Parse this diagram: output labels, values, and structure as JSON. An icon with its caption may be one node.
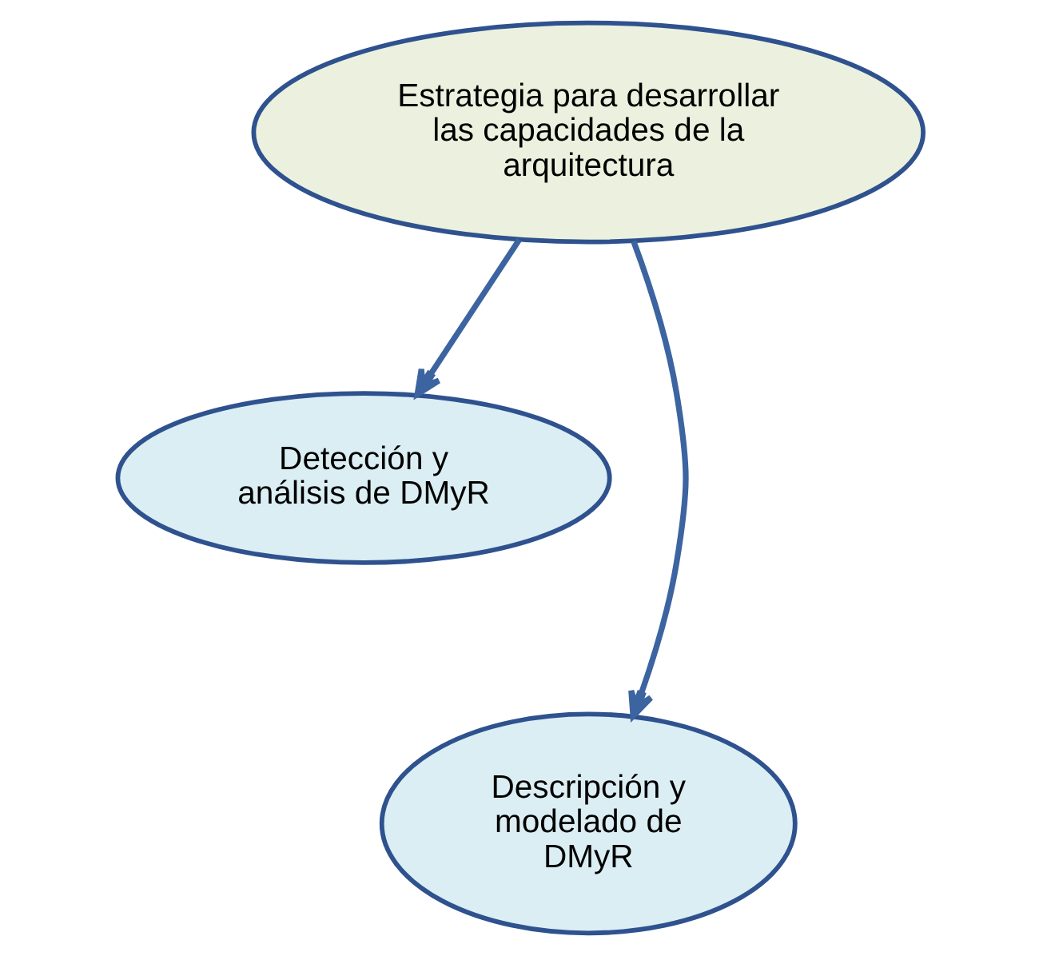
{
  "diagram": {
    "nodes": [
      {
        "text": [
          "Estrategia para desarrollar las capacidades de la arquitectura"
        ]
      },
      {
        "text": [
          "Detección y análisis de DMyR"
        ]
      },
      {
        "text": [
          "Descripción y modelado de DMyR"
        ]
      }
    ],
    "edges": [
      {
        "from": 0,
        "to": 1,
        "arrow": "to"
      },
      {
        "from": 0,
        "to": 2,
        "arrow": "to"
      }
    ]
  }
}
